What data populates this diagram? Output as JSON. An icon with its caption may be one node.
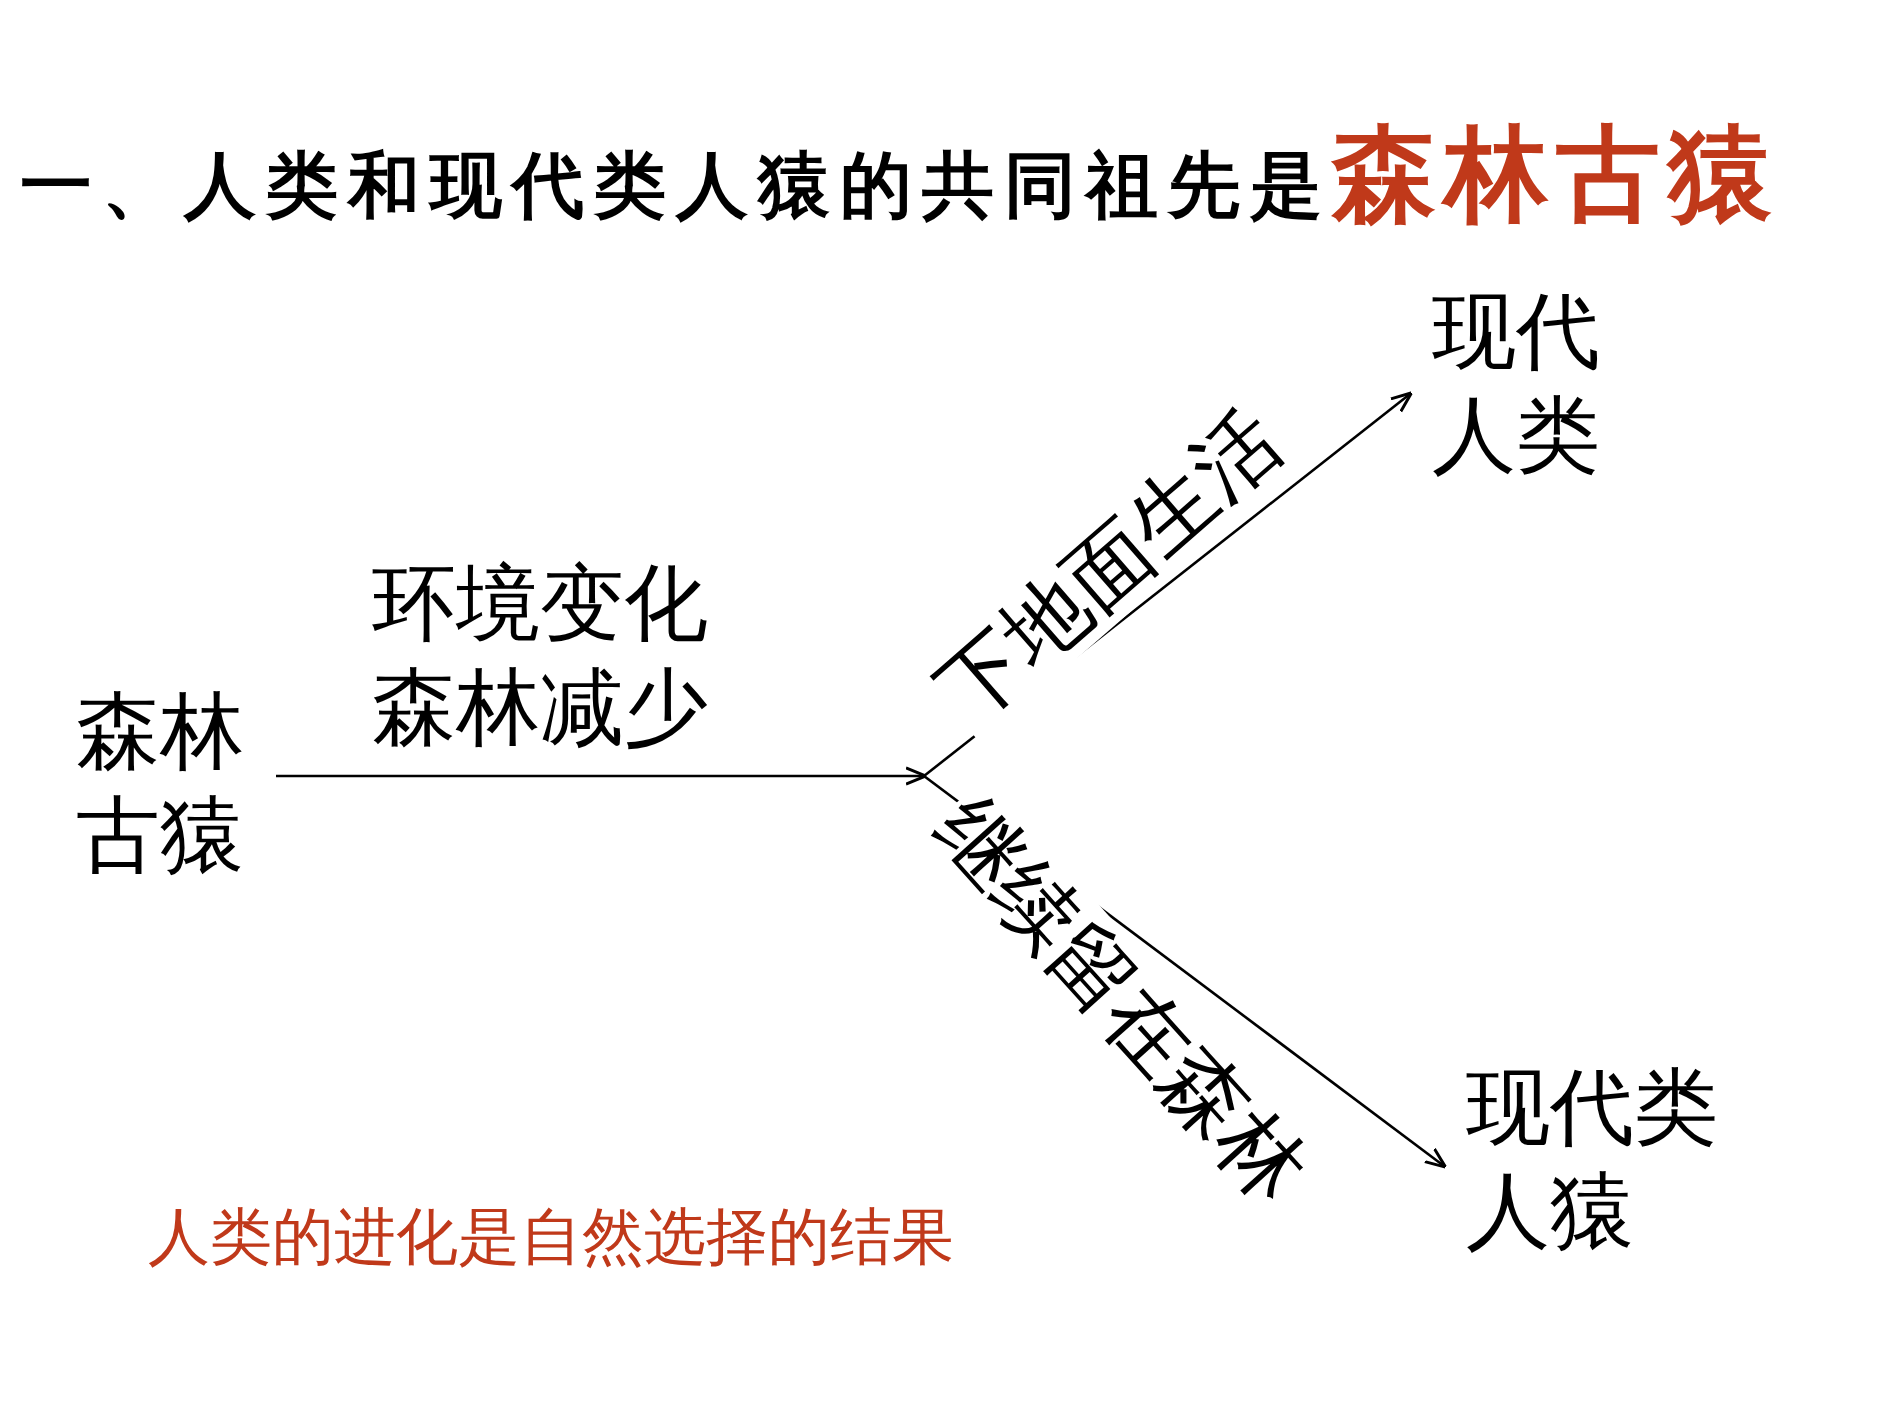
{
  "diagram": {
    "title": "一、人类和现代类人猿的共同祖先是**森林古猿**",
    "nodes": [
      {
        "text": [
          "森林古猿"
        ]
      },
      {
        "text": [
          "现代人类"
        ]
      },
      {
        "text": [
          "现代类人猿"
        ]
      }
    ],
    "edges": [
      {
        "from": 0,
        "to": 1,
        "arrow": "to",
        "label": "下地面生活"
      },
      {
        "from": 0,
        "to": 2,
        "arrow": "to",
        "label": "继续留在森林"
      }
    ],
    "labels": [
      "环境变化森林减少",
      "人类的进化是自然选择的结果"
    ]
  }
}
